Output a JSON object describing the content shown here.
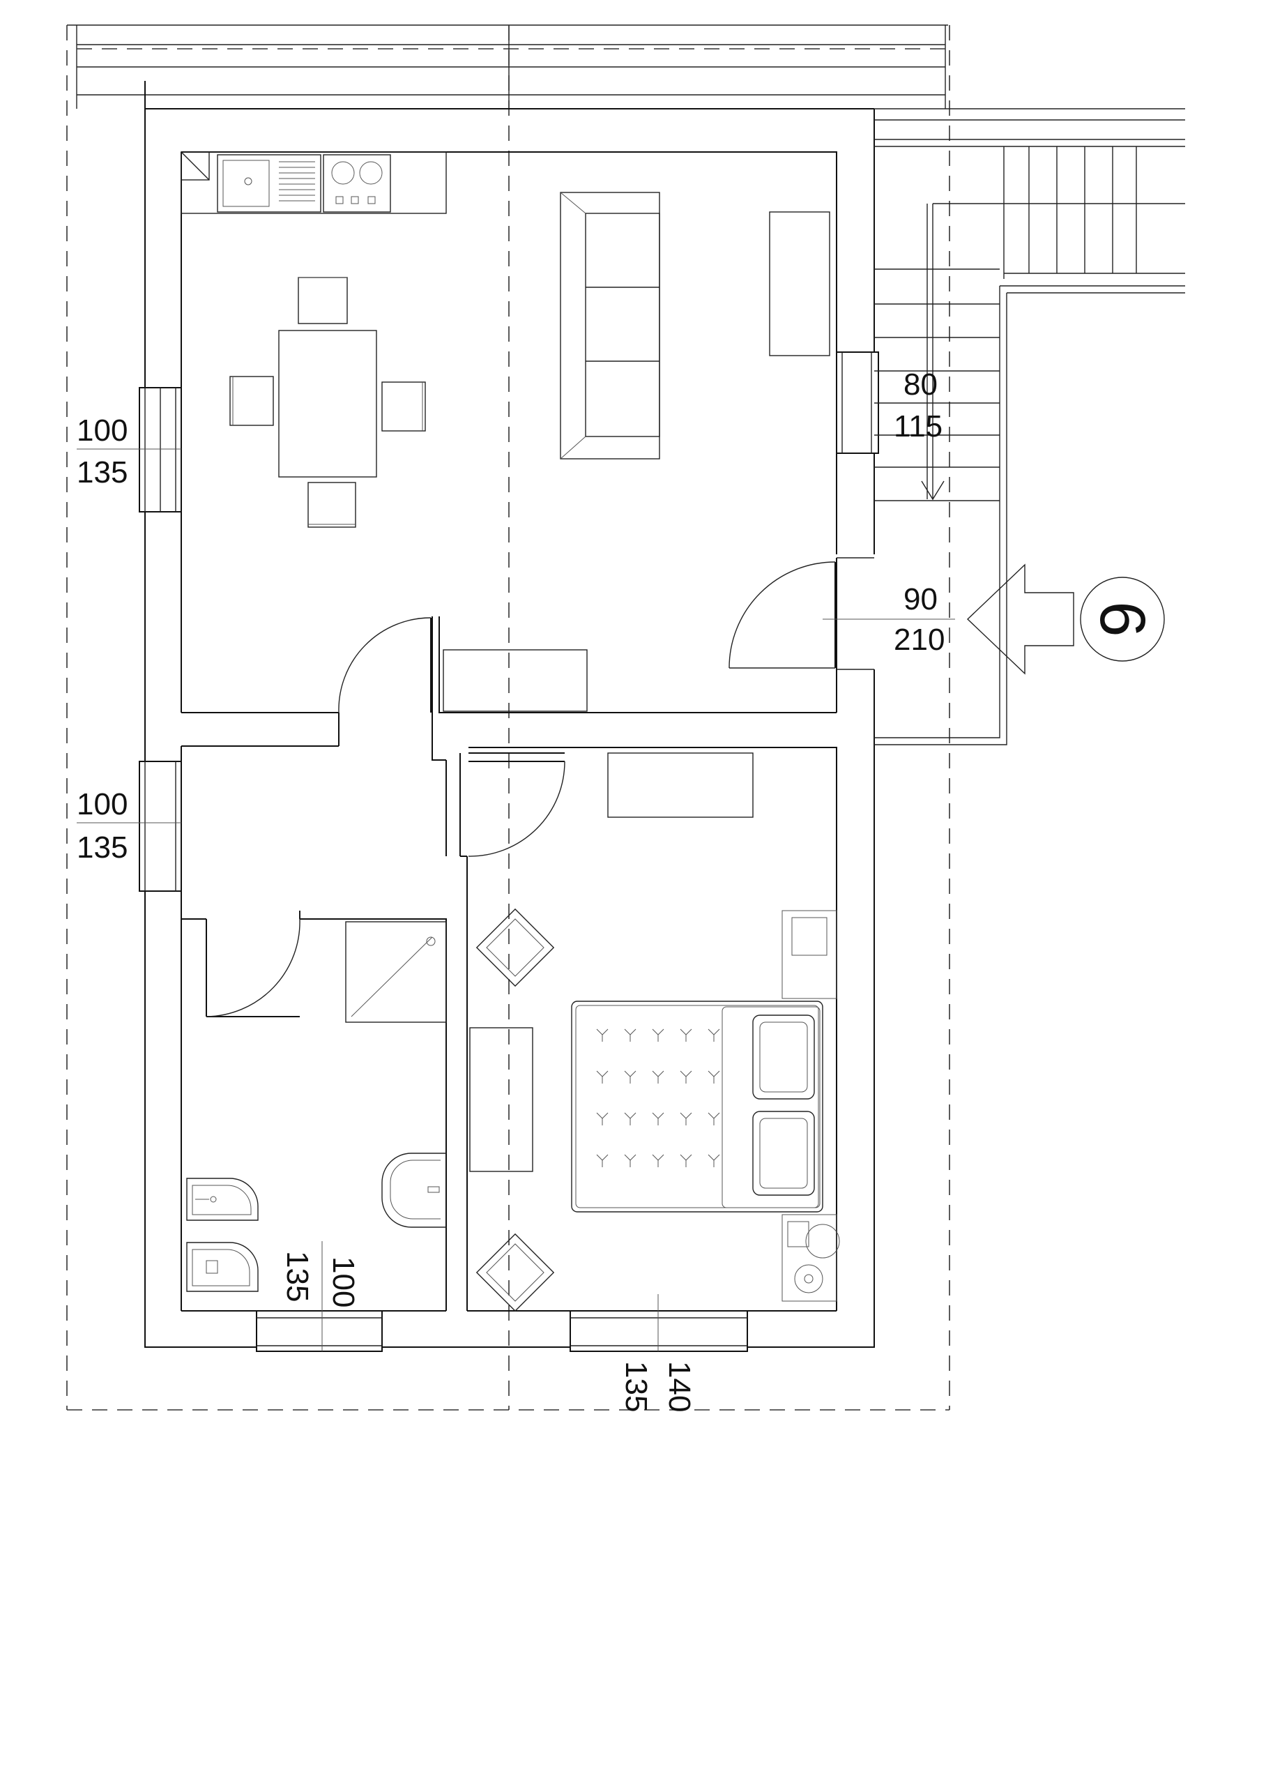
{
  "openings": {
    "window_west_upper": {
      "width": "100",
      "height": "135"
    },
    "window_west_lower": {
      "width": "100",
      "height": "135"
    },
    "window_east": {
      "width": "80",
      "height": "115"
    },
    "entrance_door": {
      "width": "90",
      "height": "210"
    },
    "window_bathroom": {
      "width": "100",
      "height": "135"
    },
    "window_bedroom": {
      "width": "140",
      "height": "135"
    }
  },
  "entrance_marker": {
    "number": "6"
  },
  "colors": {
    "line": "#111111",
    "background": "#ffffff"
  }
}
